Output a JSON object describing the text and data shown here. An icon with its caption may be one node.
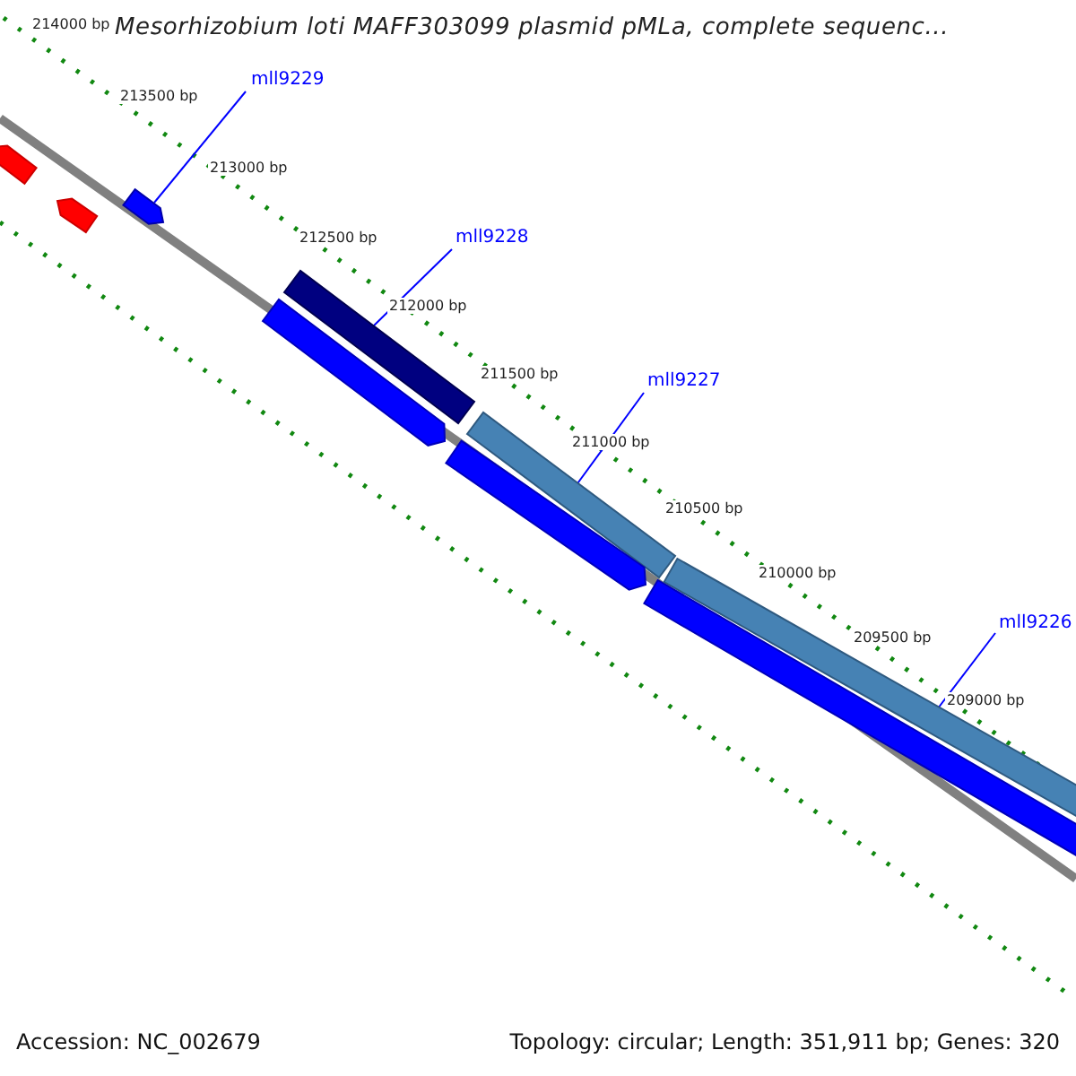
{
  "diagram": {
    "title": "Mesorhizobium loti MAFF303099 plasmid pMLa, complete sequenc...",
    "nodes": [
      {
        "text": [],
        "shape": "bar"
      },
      {
        "text": [],
        "shape": "bar"
      },
      {
        "text": [],
        "shape": "bar"
      },
      {
        "text": [],
        "shape": "bar"
      },
      {
        "text": [],
        "shape": "bar"
      },
      {
        "text": [],
        "shape": "bar"
      },
      {
        "text": [],
        "shape": "bar"
      },
      {
        "text": [],
        "shape": "bar"
      },
      {
        "text": [],
        "shape": "bar"
      },
      {
        "text": [
          "mll9229"
        ]
      },
      {
        "text": [
          "mll9228"
        ]
      },
      {
        "text": [
          "mll9227"
        ]
      },
      {
        "text": [
          "mll9226"
        ]
      }
    ],
    "edges": [
      {
        "from": 9,
        "to": 2,
        "arrow": "none"
      },
      {
        "from": 10,
        "to": 3,
        "arrow": "none"
      },
      {
        "from": 11,
        "to": 5,
        "arrow": "none"
      },
      {
        "from": 12,
        "to": 7,
        "arrow": "none"
      }
    ],
    "labels": [
      "214000 bp",
      "213500 bp",
      "213000 bp",
      "212500 bp",
      "212000 bp",
      "211500 bp",
      "211000 bp",
      "210500 bp",
      "210000 bp",
      "209500 bp",
      "209000 bp",
      "Accession: NC_002679",
      "Topology: circular; Length: 351,911 bp; Genes: 320"
    ]
  }
}
